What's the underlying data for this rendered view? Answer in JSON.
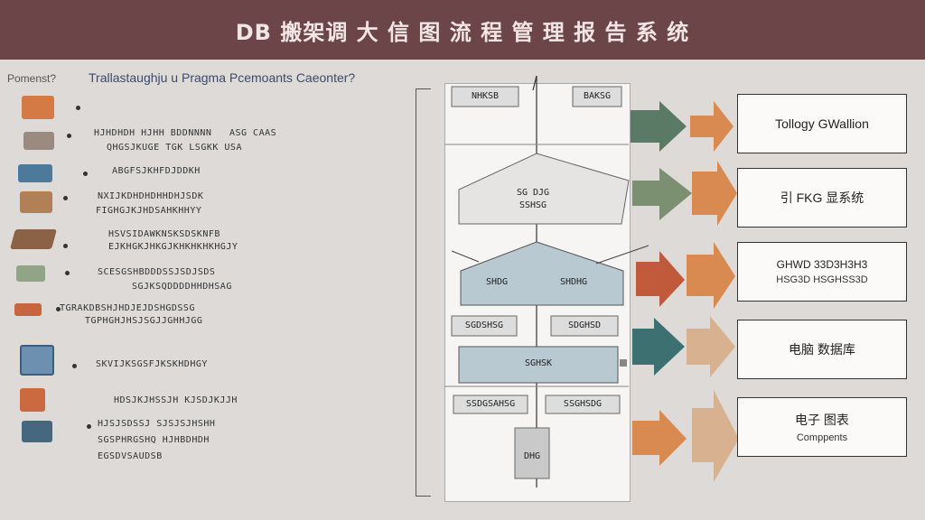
{
  "header": {
    "title": "DB 搬架调 大 信 图 流 程 管 理 报 告 系 统"
  },
  "subtitle": {
    "left": "Pomenst?",
    "main": "Trallastaughju u Pragma Pcemoants Caeonter?"
  },
  "left_lines": [
    "HJHDHDH HJHH BDDNNNN   ASG CAAS",
    "QHGSJKUGE TGK LSGKK USA",
    "ABGFSJKHFDJDDKH",
    "NXIJKDHDHDHHDHJSDK",
    "FIGHGJKJHDSAHKHHYY",
    "HSVSIDAWKNSKSDSKNFB",
    "EJKHGKJHKGJKHKHKHKHGJY",
    "SCESGSHBDDDSSJSDJSDS",
    "SGJKSQDDDDHHDHSAG",
    "TGRAKDBSHJHDJEJDSHGDSSG",
    "TGPHGHJHSJSGJJGHHJGG",
    "SKVIJKSGSFJKSKHDHGY",
    "HDSJKJHSSJH KJSDJKJJH",
    "HJSJSDSSJ SJSJSJHSHH",
    "SGSPHRGSHQ HJHBDHDH",
    "EGSDVSAUDSB"
  ],
  "flow": {
    "top_left": "NHKSB",
    "top_right": "BAKSG",
    "diamond1": [
      "SG DJG",
      "SSHSG"
    ],
    "diamond2": [
      "SHDG",
      "SHDHG"
    ],
    "pair2_left": "SGDSHSG",
    "pair2_right": "SDGHSD",
    "process": "SGHSK",
    "pair3_left": "SSDGSAHSG",
    "pair3_right": "SSGHSDG",
    "end": "DHG"
  },
  "outputs": [
    {
      "text": "Tollogy GWallion",
      "sub": ""
    },
    {
      "text": "引 FKG 显系统",
      "sub": ""
    },
    {
      "text": "GHWD  33D3H3H3",
      "sub": "HSG3D HSGHSS3D"
    },
    {
      "text": "电脑 数据库",
      "sub": ""
    },
    {
      "text": "电子 图表",
      "sub": "Comppents"
    }
  ],
  "colors": {
    "header": "#6b4548",
    "arrow_green": "#5a7a66",
    "arrow_orange": "#d88a50",
    "arrow_red": "#c05a3a",
    "arrow_teal": "#3d7070",
    "diamond": "#b8c9d2"
  }
}
